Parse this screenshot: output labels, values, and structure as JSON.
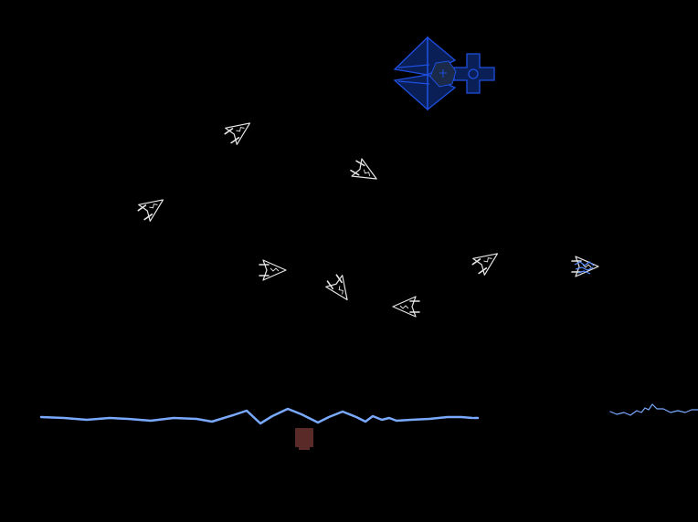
{
  "game": {
    "colors": {
      "background": "#000000",
      "mothership_fill": "#0a1f55",
      "mothership_stroke": "#1e4fe0",
      "mothership_core": "#1a2a48",
      "enemy_stroke": "#e6e6e6",
      "enemy_fill": "#000000",
      "enemy_hit": "#5a8cff",
      "terrain": "#7aaaff",
      "player": "#5a2a28"
    },
    "icons": {
      "mothership": "blue-wireframe-mothership",
      "enemy": "arrowhead-fighter",
      "player": "ground-turret"
    }
  }
}
